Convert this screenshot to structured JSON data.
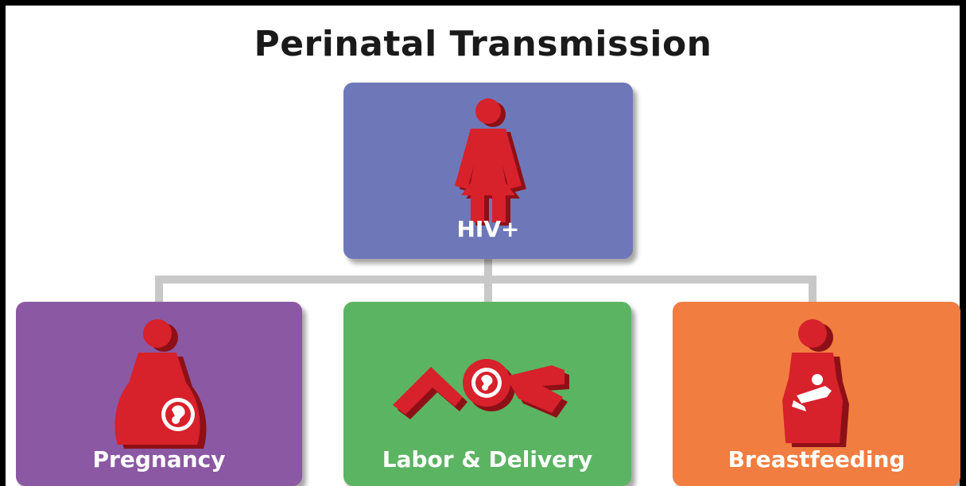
{
  "title": "Perinatal Transmission",
  "nodes": {
    "top": {
      "label": "HIV+",
      "color": "#6e78b8",
      "icon": "woman-icon"
    },
    "pregnancy": {
      "label": "Pregnancy",
      "color": "#8b58a3",
      "icon": "pregnant-woman-icon"
    },
    "labor": {
      "label": "Labor & Delivery",
      "color": "#5bb462",
      "icon": "woman-giving-birth-icon"
    },
    "breastfeeding": {
      "label": "Breastfeeding",
      "color": "#f17d40",
      "icon": "woman-nursing-baby-icon"
    }
  },
  "colors": {
    "figure": "#d7212b",
    "figure_shadow": "#8e1017",
    "connector": "#c8c8c8"
  }
}
